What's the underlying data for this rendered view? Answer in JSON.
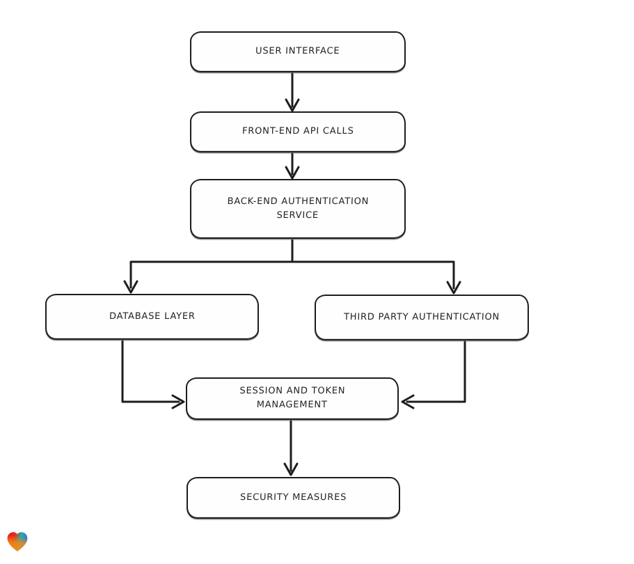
{
  "diagram": {
    "background_color": "#ffffff",
    "stroke_color": "#1d1d1d",
    "node_fill_color": "#fefefe",
    "nodes": [
      {
        "id": "user-interface",
        "label": "USER INTERFACE"
      },
      {
        "id": "front-end-api-calls",
        "label": "FRONT-END API CALLS"
      },
      {
        "id": "back-end-authentication-service",
        "label": "BACK-END AUTHENTICATION SERVICE"
      },
      {
        "id": "database-layer",
        "label": "DATABASE LAYER"
      },
      {
        "id": "third-party-authentication",
        "label": "THIRD PARTY AUTHENTICATION"
      },
      {
        "id": "session-and-token-management",
        "label": "SESSION AND TOKEN MANAGEMENT"
      },
      {
        "id": "security-measures",
        "label": "SECURITY MEASURES"
      }
    ],
    "edges": [
      {
        "from": "user-interface",
        "to": "front-end-api-calls"
      },
      {
        "from": "front-end-api-calls",
        "to": "back-end-authentication-service"
      },
      {
        "from": "back-end-authentication-service",
        "to": "database-layer"
      },
      {
        "from": "back-end-authentication-service",
        "to": "third-party-authentication"
      },
      {
        "from": "database-layer",
        "to": "session-and-token-management"
      },
      {
        "from": "third-party-authentication",
        "to": "session-and-token-management"
      },
      {
        "from": "session-and-token-management",
        "to": "security-measures"
      }
    ],
    "logo": {
      "name": "heart-logo",
      "colors": {
        "red": "#e41020",
        "teal": "#1db3a9",
        "blue": "#3f6ae0",
        "orange": "#f08a18"
      }
    }
  }
}
